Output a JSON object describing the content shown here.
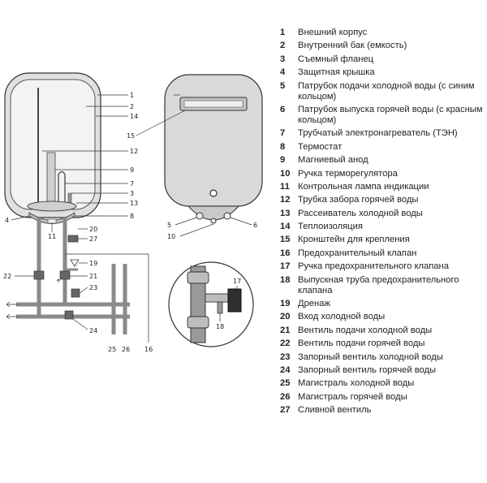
{
  "callouts": {
    "main": [
      "1",
      "2",
      "14",
      "15",
      "12",
      "9",
      "7",
      "3",
      "13",
      "4",
      "11",
      "8",
      "5",
      "6",
      "10",
      "20",
      "27",
      "19",
      "22",
      "21",
      "23",
      "24",
      "25",
      "26",
      "16"
    ],
    "detail": [
      "17",
      "18"
    ]
  },
  "legend": [
    {
      "num": "1",
      "text": "Внешний корпус"
    },
    {
      "num": "2",
      "text": "Внутренний бак (емкость)"
    },
    {
      "num": "3",
      "text": "Съемный фланец"
    },
    {
      "num": "4",
      "text": "Защитная крышка"
    },
    {
      "num": "5",
      "text": "Патрубок подачи холодной воды (с синим кольцом)"
    },
    {
      "num": "6",
      "text": "Патрубок выпуска горячей воды (с красным кольцом)"
    },
    {
      "num": "7",
      "text": "Трубчатый электронагреватель (ТЭН)"
    },
    {
      "num": "8",
      "text": "Термостат"
    },
    {
      "num": "9",
      "text": "Магниевый анод"
    },
    {
      "num": "10",
      "text": "Ручка терморегулятора"
    },
    {
      "num": "11",
      "text": "Контрольная лампа индикации"
    },
    {
      "num": "12",
      "text": "Трубка забора горячей воды"
    },
    {
      "num": "13",
      "text": "Рассеиватель холодной воды"
    },
    {
      "num": "14",
      "text": "Теплоизоляция"
    },
    {
      "num": "15",
      "text": "Кронштейн для крепления"
    },
    {
      "num": "16",
      "text": "Предохранительный клапан"
    },
    {
      "num": "17",
      "text": "Ручка предохранительного клапана"
    },
    {
      "num": "18",
      "text": "Выпускная труба предохранительного клапана"
    },
    {
      "num": "19",
      "text": "Дренаж"
    },
    {
      "num": "20",
      "text": "Вход холодной воды"
    },
    {
      "num": "21",
      "text": "Вентиль подачи холодной воды"
    },
    {
      "num": "22",
      "text": "Вентиль подачи горячей воды"
    },
    {
      "num": "23",
      "text": "Запорный вентиль холодной воды"
    },
    {
      "num": "24",
      "text": "Запорный вентиль горячей воды"
    },
    {
      "num": "25",
      "text": "Магистраль холодной воды"
    },
    {
      "num": "26",
      "text": "Магистраль горячей воды"
    },
    {
      "num": "27",
      "text": "Сливной вентиль"
    }
  ]
}
